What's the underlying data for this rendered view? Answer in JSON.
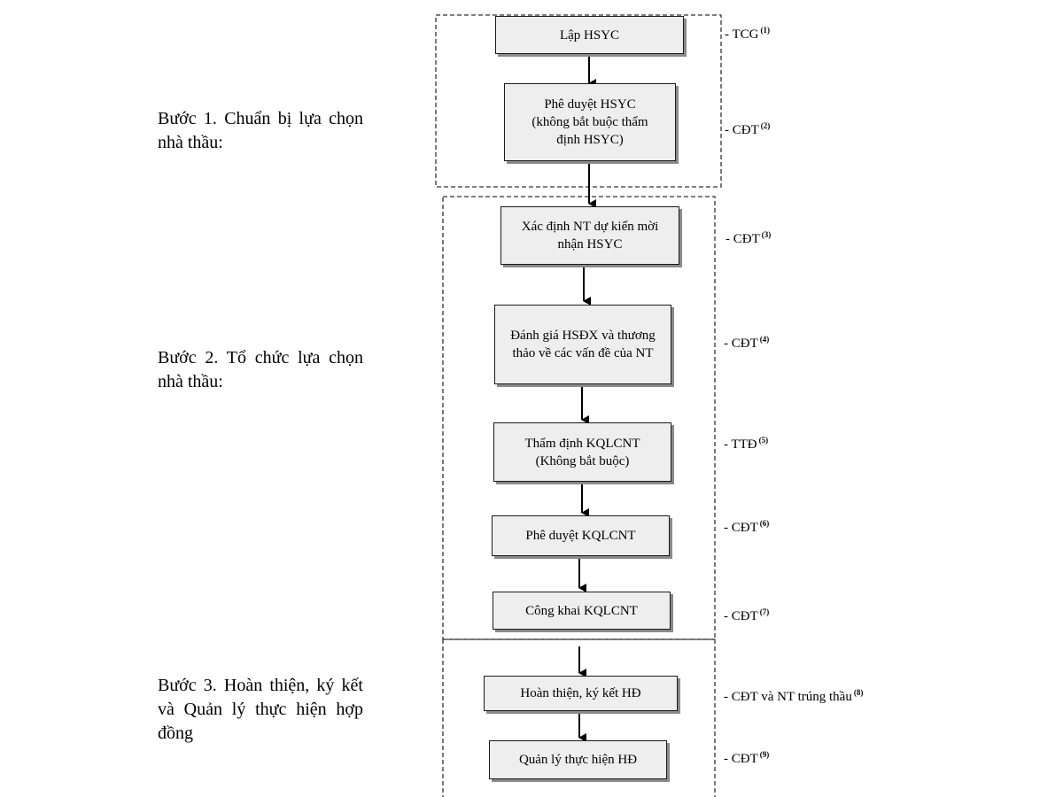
{
  "steps": [
    {
      "id": "step-1",
      "label": "Bước 1. Chuẩn bị lựa chọn nhà thầu:"
    },
    {
      "id": "step-2",
      "label": "Bước 2. Tổ chức lựa chọn nhà thầu:"
    },
    {
      "id": "step-3",
      "label": "Bước 3. Hoàn thiện, ký kết và Quản lý thực hiện hợp đồng"
    }
  ],
  "nodes": [
    {
      "id": "lap-hsyc",
      "label": "Lập HSYC"
    },
    {
      "id": "phe-duyet-hsyc",
      "label": "Phê duyệt HSYC (không bắt buộc thẩm định HSYC)"
    },
    {
      "id": "xac-dinh-nt",
      "label": "Xác định NT dự kiến mời nhận HSYC"
    },
    {
      "id": "danh-gia-hsdx",
      "label": "Đánh giá HSĐX và thương thảo về các vấn đề của NT"
    },
    {
      "id": "tham-dinh-kqlcnt",
      "label": "Thẩm định KQLCNT (Không bắt buộc)"
    },
    {
      "id": "phe-duyet-kqlcnt",
      "label": "Phê duyệt KQLCNT"
    },
    {
      "id": "cong-khai-kqlcnt",
      "label": "Công khai KQLCNT"
    },
    {
      "id": "hoan-thien-hd",
      "label": "Hoàn thiện, ký kết HĐ"
    },
    {
      "id": "quan-ly-hd",
      "label": "Quản lý thực hiện HĐ"
    }
  ],
  "roles": [
    {
      "text": "- TCG",
      "note": "(1)"
    },
    {
      "text": "- CĐT",
      "note": "(2)"
    },
    {
      "text": "- CĐT",
      "note": "(3)"
    },
    {
      "text": "- CĐT",
      "note": "(4)"
    },
    {
      "text": "- TTĐ",
      "note": "(5)"
    },
    {
      "text": "- CĐT",
      "note": "(6)"
    },
    {
      "text": "- CĐT",
      "note": "(7)"
    },
    {
      "text": "- CĐT và NT trúng thầu",
      "note": "(8)"
    },
    {
      "text": "- CĐT",
      "note": "(9)"
    }
  ]
}
